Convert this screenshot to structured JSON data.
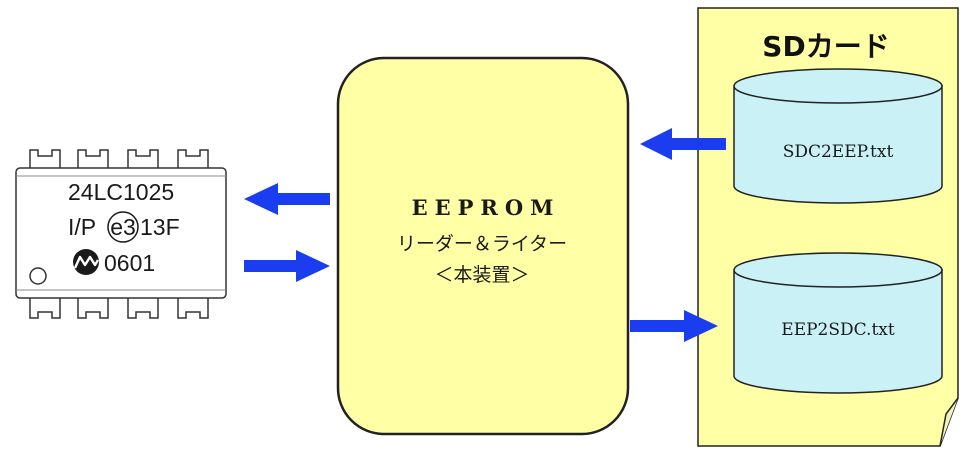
{
  "chip": {
    "line1": "24LC1025",
    "line2_prefix": "I/P",
    "line2_mark": "e3",
    "line2_suffix": "13F",
    "line3": "0601",
    "logo_icon": "microchip-logo-icon"
  },
  "reader": {
    "title": "EEPROM",
    "subtitle": "リーダー＆ライター",
    "label": "＜本装置＞"
  },
  "sd_card": {
    "title": "SDカード",
    "files": [
      "SDC2EEP.txt",
      "EEP2SDC.txt"
    ]
  },
  "colors": {
    "arrow": "#1a3df0",
    "reader_fill": "#ffffa6",
    "sd_fill": "#ffffa6",
    "cylinder_fill": "#c9f1f6",
    "chip_fill": "#ffffff"
  }
}
